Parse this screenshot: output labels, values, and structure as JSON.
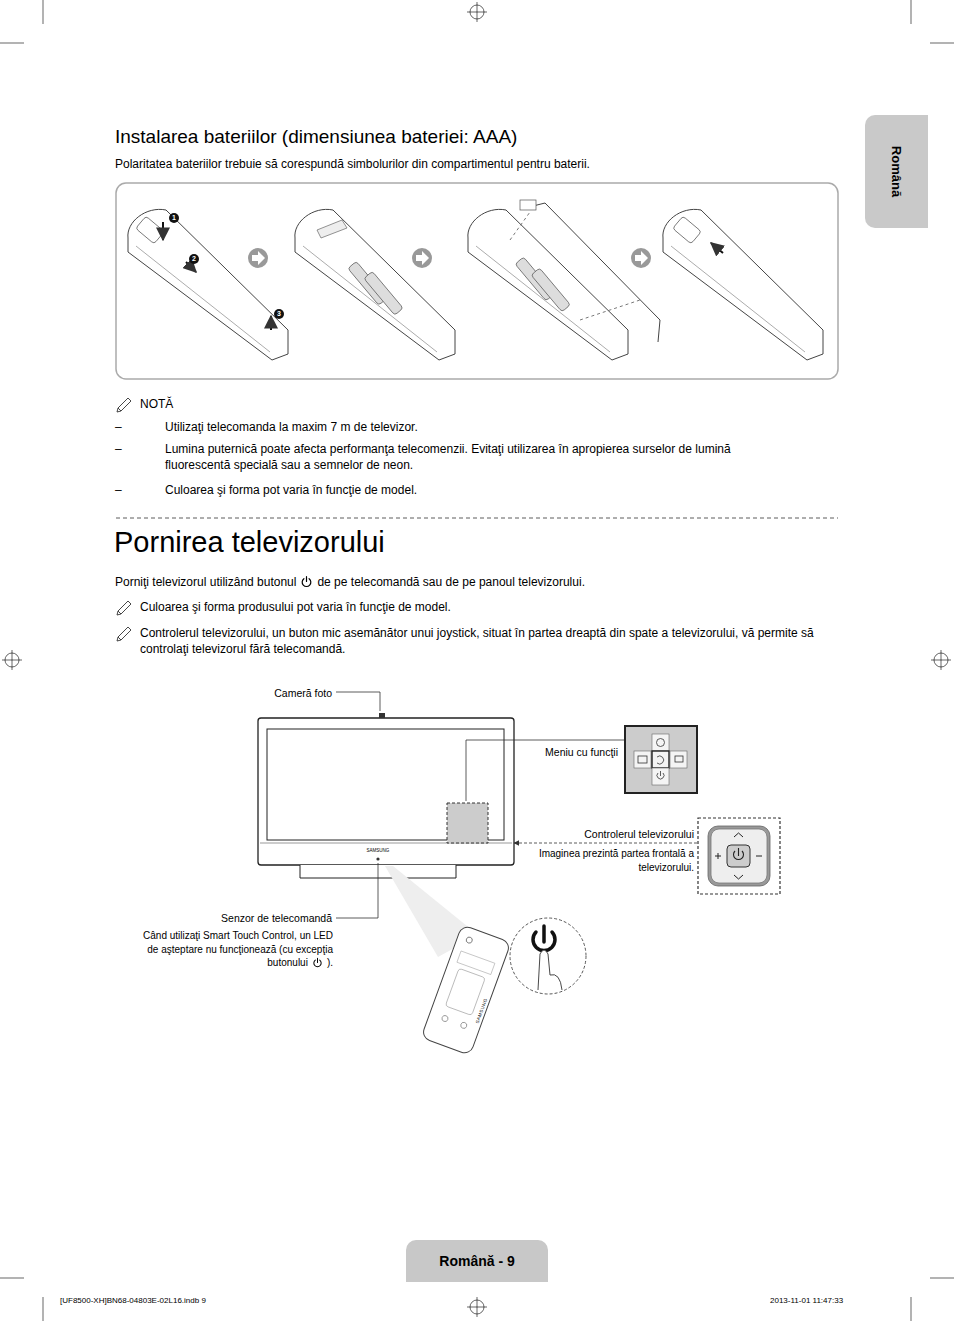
{
  "diagram": {
    "title": "Pornirea televizorului",
    "nodes": [
      {
        "text": [
          "Română"
        ]
      },
      {
        "text": [
          "Română - 9"
        ]
      }
    ],
    "labels": [
      "Instalarea bateriilor (dimensiunea bateriei: AAA)",
      "Polaritatea bateriilor trebuie să corespundă simbolurilor din compartimentul pentru baterii.",
      "1",
      "2",
      "3",
      "NOTĂ",
      "–",
      "Utilizaţi telecomanda la maxim 7 m de televizor.",
      "–",
      "Lumina puternică poate afecta performanţa telecomenzii. Evitaţi utilizarea în apropierea surselor de lumină fluorescentă specială sau a semnelor de neon.",
      "–",
      "Culoarea şi forma pot varia în funcţie de model.",
      "Porniţi televizorul utilizând butonul",
      "de pe telecomandă sau de pe panoul televizorului.",
      "Culoarea şi forma produsului pot varia în funcţie de model.",
      "Controlerul televizorului, un buton mic asemănător unui joystick, situat în partea dreaptă din spate a televizorului, vă permite să controlaţi televizorul fără telecomandă.",
      "Cameră foto",
      "SAMSUNG",
      "Meniu cu funcţii",
      "Controlerul televizorului",
      "Imaginea prezintă partea frontală a televizorului.",
      "Senzor de telecomandă",
      "Când utilizaţi Smart Touch Control, un LED de aşteptare nu funcţionează (cu excepţia butonului",
      ").",
      "SAMSUNG",
      "[UF8500-XH]BN68-04803E-02L16.indb   9",
      "2013-11-01   11:47:33"
    ]
  }
}
